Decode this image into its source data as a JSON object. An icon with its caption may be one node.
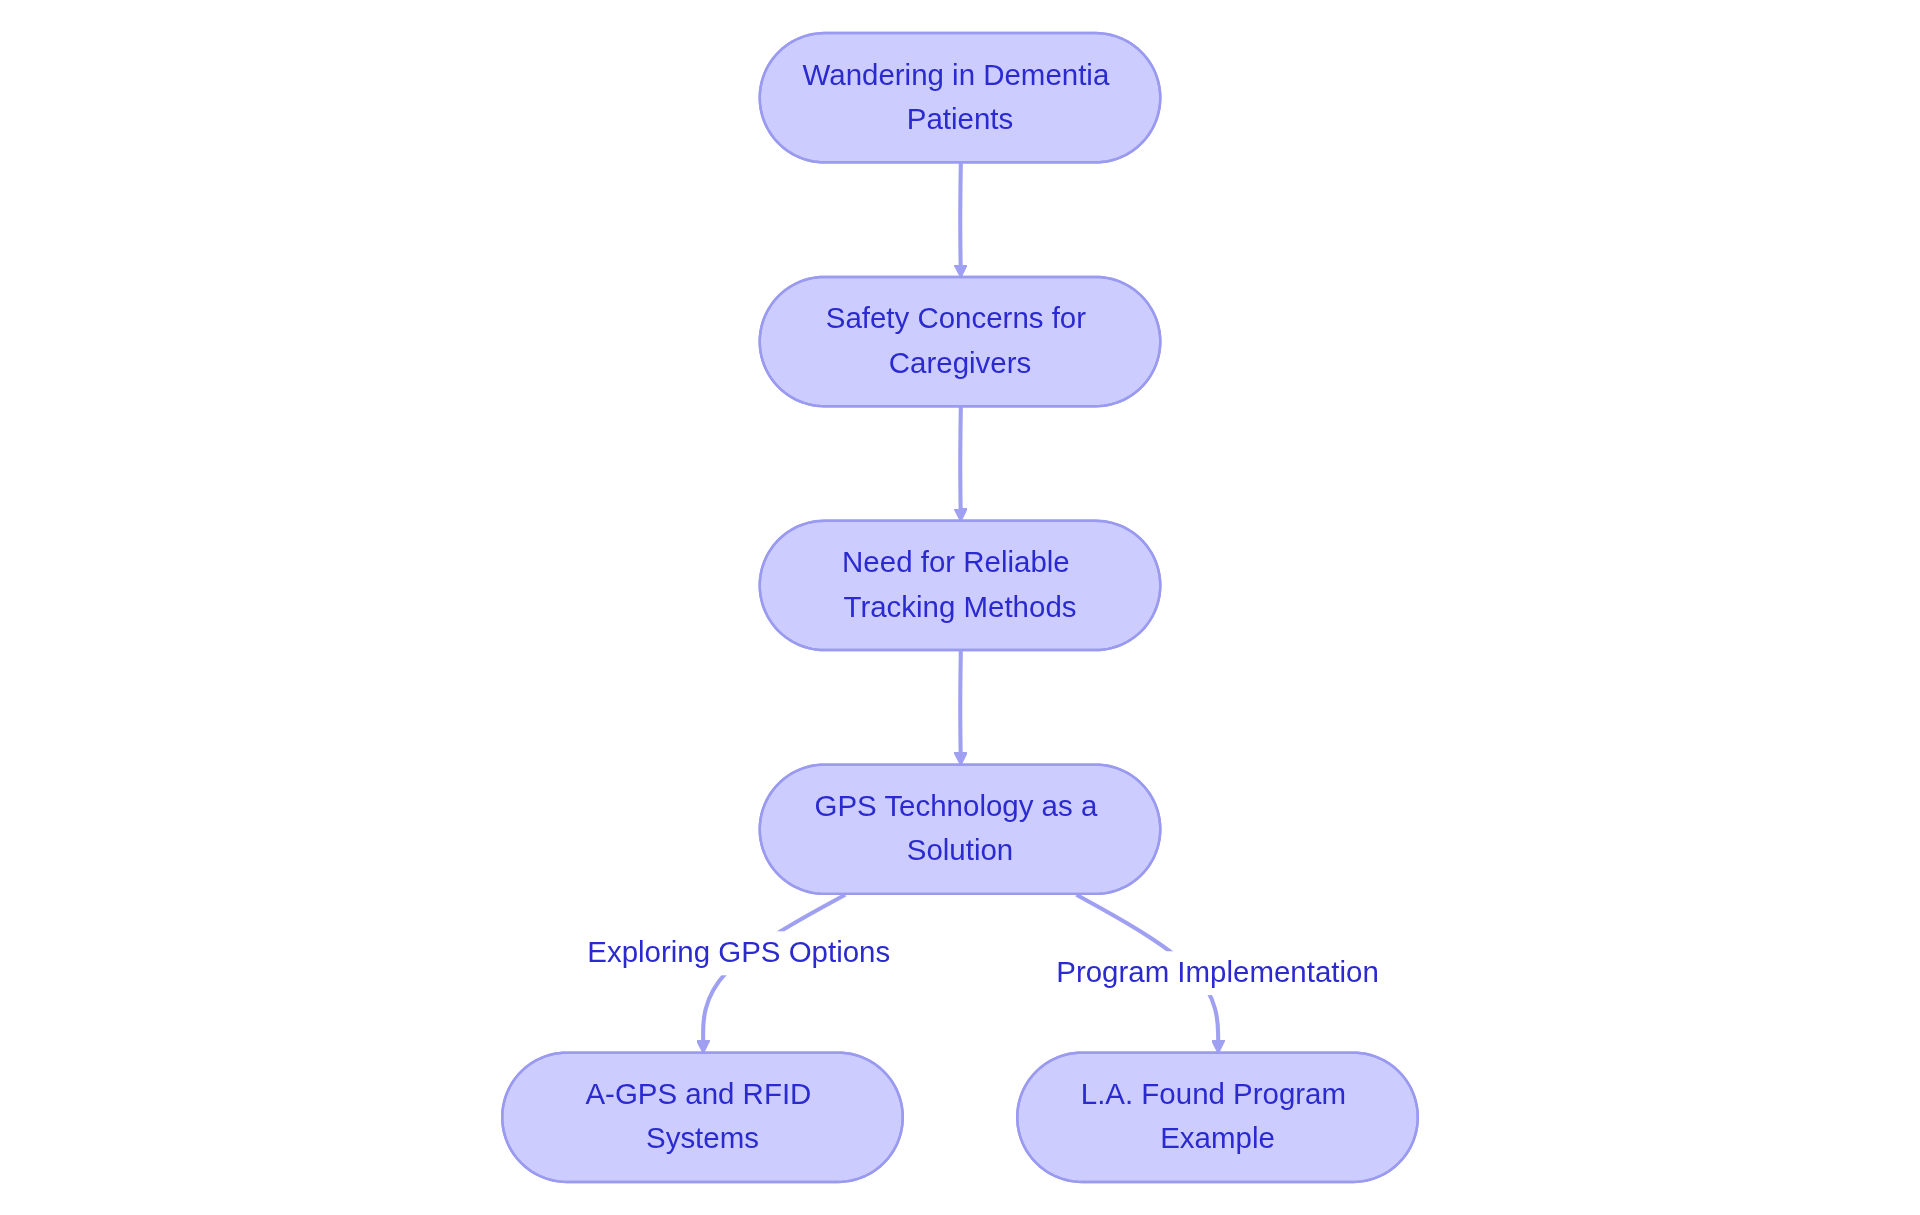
{
  "diagram": {
    "nodes": [
      {
        "text": [
          "Wandering in Dementia Patients"
        ]
      },
      {
        "text": [
          "Safety Concerns for Caregivers"
        ]
      },
      {
        "text": [
          "Need for Reliable Tracking Methods"
        ]
      },
      {
        "text": [
          "GPS Technology as a Solution"
        ]
      },
      {
        "text": [
          "A-GPS and RFID Systems"
        ]
      },
      {
        "text": [
          "L.A. Found Program Example"
        ]
      }
    ],
    "edges": [
      {
        "from": 0,
        "to": 1,
        "arrow": "to"
      },
      {
        "from": 1,
        "to": 2,
        "arrow": "to"
      },
      {
        "from": 2,
        "to": 3,
        "arrow": "to"
      },
      {
        "from": 3,
        "to": 4,
        "arrow": "to",
        "label": "Exploring GPS Options"
      },
      {
        "from": 3,
        "to": 5,
        "arrow": "to",
        "label": "Program Implementation"
      }
    ]
  }
}
